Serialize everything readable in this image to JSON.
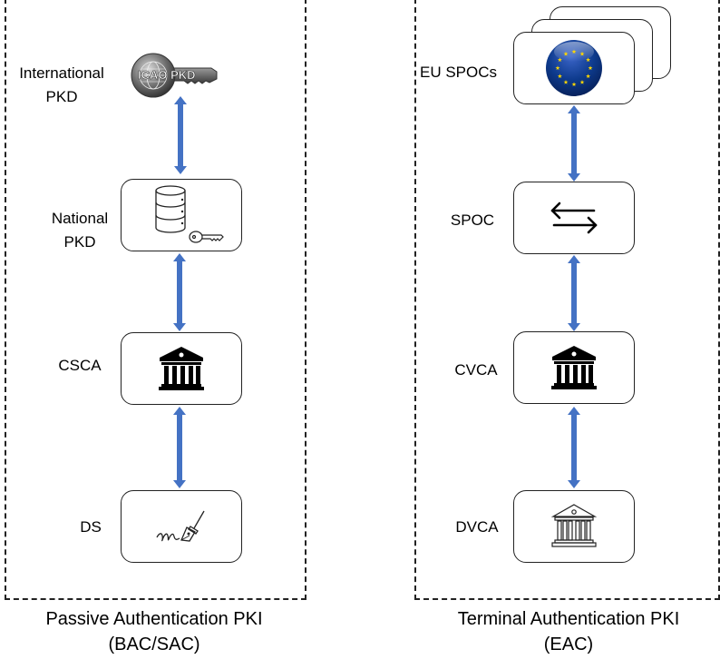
{
  "colors": {
    "arrow": "#4472C4",
    "eu_blue": "#0D3A8C",
    "eu_star": "#FFD700",
    "border": "#222222"
  },
  "left_panel": {
    "caption_line1": "Passive Authentication PKI",
    "caption_line2": "(BAC/SAC)",
    "nodes": [
      {
        "label_line1": "International",
        "label_line2": "PKD",
        "icon": "icao-pkd-key-logo",
        "logo_text": "ICAO PKD"
      },
      {
        "label_line1": "National",
        "label_line2": "PKD",
        "icon": "database-key-icon"
      },
      {
        "label_line1": "CSCA",
        "icon": "bank-building-solid-icon"
      },
      {
        "label_line1": "DS",
        "icon": "signature-pen-icon"
      }
    ]
  },
  "right_panel": {
    "caption_line1": "Terminal Authentication PKI",
    "caption_line2": "(EAC)",
    "nodes": [
      {
        "label_line1": "EU SPOCs",
        "icon": "eu-flag-icon"
      },
      {
        "label_line1": "SPOC",
        "icon": "exchange-arrows-icon"
      },
      {
        "label_line1": "CVCA",
        "icon": "bank-building-solid-icon"
      },
      {
        "label_line1": "DVCA",
        "icon": "bank-building-outline-icon"
      }
    ]
  }
}
